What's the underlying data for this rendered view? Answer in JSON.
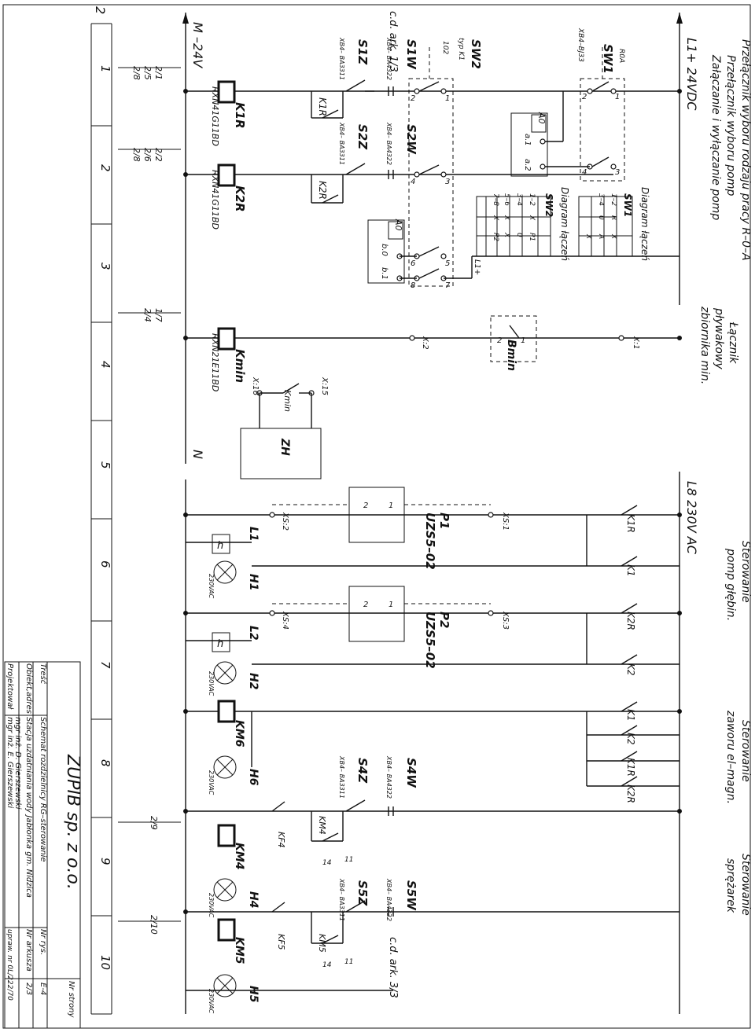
{
  "title_block": {
    "company": "ZUPIB sp. z o.o.",
    "rows": [
      {
        "label": "Treść",
        "value": "Schemat rozdzielnicy RG–sterowanie",
        "k": "Nr rys.",
        "v": "E-4"
      },
      {
        "label": "Obiekt,adres",
        "value": "Stacja uzdatniania wody Jabłonka gm. Nidzica",
        "k": "Nr arkusza",
        "v": "2/3"
      },
      {
        "label": "",
        "value": "mgr inż. D. Gierszewski",
        "k": "",
        "v": ""
      },
      {
        "label": "Projektował",
        "value": "mgr inż. E. Gierszewski",
        "k": "upraw. nr 0L/222/70",
        "v": ""
      }
    ],
    "page_label": "Nr strony",
    "page_no": "2"
  },
  "columns": [
    "1",
    "2",
    "3",
    "4",
    "5",
    "6",
    "7",
    "8",
    "9",
    "10"
  ],
  "notes": {
    "section1_line1": "Przełącznik wyboru rodzaju pracy R–0–A",
    "section1_line2": "Przełącznik wyboru pomp",
    "section1_line3": "Załączanie i wyłączanie pomp",
    "float_line1": "Łącznik",
    "float_line2": "pływakowy",
    "float_line3": "zbiornika min.",
    "deep_pumps_line1": "Sterowanie",
    "deep_pumps_line2": "pomp głębin.",
    "valve_line1": "Sterowanie",
    "valve_line2": "zaworu el–magn.",
    "compressor_line1": "Sterowanie",
    "compressor_line2": "sprężarek",
    "ref_top": "c.d. ark. 1/3",
    "ref_bottom": "c.d. ark. 3/3"
  },
  "rails": {
    "dc_plus": "L1+ 24VDC",
    "dc_minus": "M –24V",
    "ac_line": "L8  230V AC",
    "ac_neutral": "N",
    "l1plus": "L1+"
  },
  "sw1": {
    "name": "SW1",
    "model": "XB4–BJ33",
    "marks": "R0A",
    "diagram_title": "Diagram łączeń",
    "rows": [
      {
        "contacts": "1–2",
        "c1": "",
        "c2": "R",
        "c3": "X"
      },
      {
        "contacts": "3–4",
        "c1": "X",
        "c2": "0",
        "c3": "A"
      }
    ],
    "header": [
      "SW1",
      "",
      ""
    ]
  },
  "sw2": {
    "name": "SW2",
    "model": "typ K1",
    "marks": "102",
    "diagram_title": "Diagram łączeń",
    "rows": [
      {
        "contacts": "1–2",
        "c1": "X",
        "c2": "P1",
        "c3": ""
      },
      {
        "contacts": "3–4",
        "c1": "",
        "c2": "0",
        "c3": ""
      },
      {
        "contacts": "5–6",
        "c1": "X",
        "c2": "",
        "c3": "X"
      },
      {
        "contacts": "7–8",
        "c1": "",
        "c2": "X",
        "c3": "P2"
      }
    ]
  },
  "ao_a": {
    "label": "A0",
    "t1": "a.1",
    "t2": "a.2"
  },
  "ao_b": {
    "label": "A0",
    "t1": "b.0",
    "t2": "b.1"
  },
  "buttons": {
    "s1w": {
      "name": "S1W",
      "model": "XB4– BA4322"
    },
    "s1z": {
      "name": "S1Z",
      "model": "XB4– BA3311"
    },
    "s2w": {
      "name": "S2W",
      "model": "XB4– BA4322"
    },
    "s2z": {
      "name": "S2Z",
      "model": "XB4– BA3311"
    },
    "s4w": {
      "name": "S4W",
      "model": "XB4– BA4322"
    },
    "s4z": {
      "name": "S4Z",
      "model": "XB4– BA3311"
    },
    "s5w": {
      "name": "S5W",
      "model": "XB4– BA4322"
    },
    "s5z": {
      "name": "S5Z",
      "model": "XB4– BA3311"
    }
  },
  "relays": {
    "k1r": {
      "name": "K1R",
      "model": "RXN41G11BD",
      "refs": [
        "2/1",
        "2/5",
        "2/8"
      ]
    },
    "k2r": {
      "name": "K2R",
      "model": "RXN41G11BD",
      "refs": [
        "2/2",
        "2/6",
        "2/8"
      ]
    },
    "kmin": {
      "name": "Kmin",
      "model": "RXN21E11BD",
      "refs": [
        "1/7",
        "2/4"
      ]
    },
    "km6": {
      "name": "KM6",
      "refs": []
    },
    "km4": {
      "name": "KM4",
      "refs": [
        "2/9"
      ]
    },
    "km5": {
      "name": "KM5",
      "refs": [
        "2/10"
      ]
    }
  },
  "contacts": {
    "k1r_hold": "K1R",
    "k2r_hold": "K2R",
    "kmin": "Kmin",
    "x15": "X:15",
    "x16": "X:16",
    "zh": "ZH",
    "km4": "KM4",
    "km5": "KM5",
    "n11": "11",
    "n14": "14",
    "kf4": "KF4",
    "kf5": "KF5",
    "k1r": "K1R",
    "k1": "K1",
    "k2r": "K2R",
    "k2": "K2",
    "v_k1": "K1",
    "v_k2": "K2",
    "v_k1r": "K1R",
    "v_k2r": "K2R",
    "x1": "X:1",
    "x2": "X:2",
    "bmin": "Bmin",
    "n1": "1",
    "n2": "2",
    "sw1_1": "1",
    "sw1_2": "2",
    "sw1_3": "3",
    "sw1_4": "4",
    "sw2_1": "1",
    "sw2_2": "2",
    "sw2_3": "3",
    "sw2_4": "4",
    "sw2_5": "5",
    "sw2_6": "6",
    "sw2_7": "7",
    "sw2_8": "8"
  },
  "modules": {
    "p1": {
      "name": "P1",
      "model": "UZS5–02",
      "top": "XS:1",
      "bot": "XS:2",
      "n1": "1",
      "n2": "2"
    },
    "p2": {
      "name": "P2",
      "model": "UZS5–02",
      "top": "XS:3",
      "bot": "XS:4",
      "n1": "1",
      "n2": "2"
    }
  },
  "lamps": {
    "l1": "L1",
    "h1": "H1",
    "l2": "L2",
    "h2": "H2",
    "h6": "H6",
    "h4": "H4",
    "h5": "H5",
    "hour": "h",
    "volt": "230VAC"
  }
}
